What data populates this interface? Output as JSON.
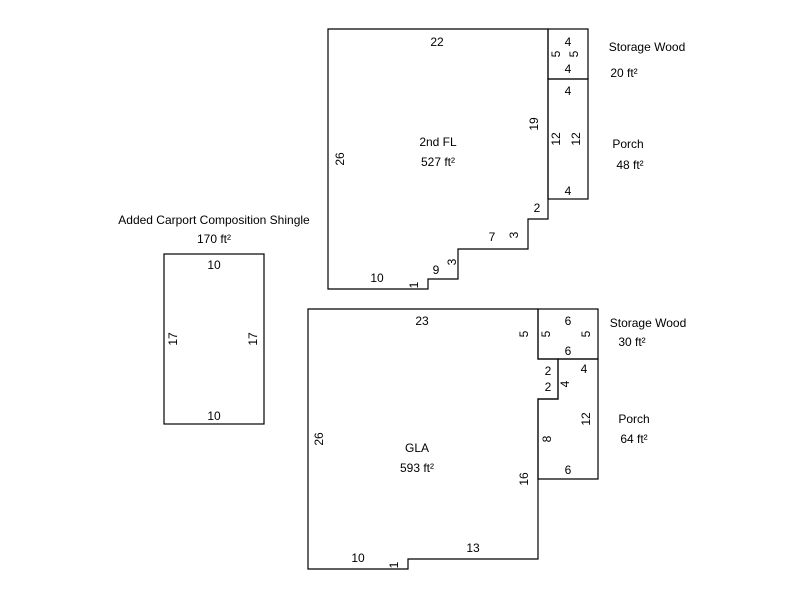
{
  "second_floor": {
    "name": "2nd FL",
    "area": "527 ft²",
    "dims": {
      "top": "22",
      "left": "26",
      "right": "19",
      "step_a": "2",
      "step_b": "3",
      "step_c": "7",
      "step_d": "3",
      "step_e": "9",
      "step_f": "1",
      "bottom": "10"
    }
  },
  "storage_wood_upper": {
    "name": "Storage Wood",
    "area": "20 ft²",
    "dims": {
      "top": "4",
      "left": "5",
      "right": "5",
      "bottom": "4"
    }
  },
  "porch_upper": {
    "name": "Porch",
    "area": "48 ft²",
    "dims": {
      "top": "4",
      "left": "12",
      "right": "12",
      "bottom": "4"
    }
  },
  "carport": {
    "name": "Added Carport Composition Shingle",
    "area": "170 ft²",
    "dims": {
      "top": "10",
      "left": "17",
      "right": "17",
      "bottom": "10"
    }
  },
  "gla": {
    "name": "GLA",
    "area": "593 ft²",
    "dims": {
      "top": "23",
      "left": "26",
      "right_top": "5",
      "bump_a": "2",
      "bump_b": "2",
      "right_bottom": "16",
      "bottom_right": "13",
      "step": "1",
      "bottom_left": "10"
    }
  },
  "storage_wood_lower": {
    "name": "Storage Wood",
    "area": "30 ft²",
    "dims": {
      "top": "6",
      "left": "5",
      "right": "5",
      "bottom": "6"
    }
  },
  "porch_lower": {
    "name": "Porch",
    "area": "64 ft²",
    "dims": {
      "top": "4",
      "inner": "4",
      "left": "8",
      "right": "12",
      "bottom": "6"
    }
  }
}
